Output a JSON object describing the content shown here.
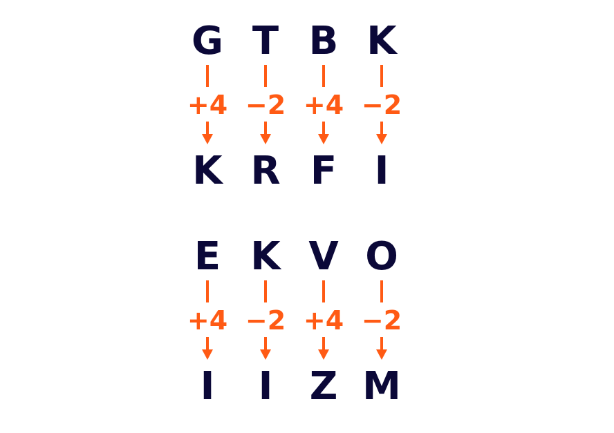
{
  "colors": {
    "letter": "#0b0838",
    "accent": "#ff5a14",
    "background": "#ffffff"
  },
  "groups": [
    {
      "columns": [
        {
          "top": "G",
          "op": "+4",
          "bottom": "K"
        },
        {
          "top": "T",
          "op": "−2",
          "bottom": "R"
        },
        {
          "top": "B",
          "op": "+4",
          "bottom": "F"
        },
        {
          "top": "K",
          "op": "−2",
          "bottom": "I"
        }
      ]
    },
    {
      "columns": [
        {
          "top": "E",
          "op": "+4",
          "bottom": "I"
        },
        {
          "top": "K",
          "op": "−2",
          "bottom": "I"
        },
        {
          "top": "V",
          "op": "+4",
          "bottom": "Z"
        },
        {
          "top": "O",
          "op": "−2",
          "bottom": "M"
        }
      ]
    }
  ]
}
